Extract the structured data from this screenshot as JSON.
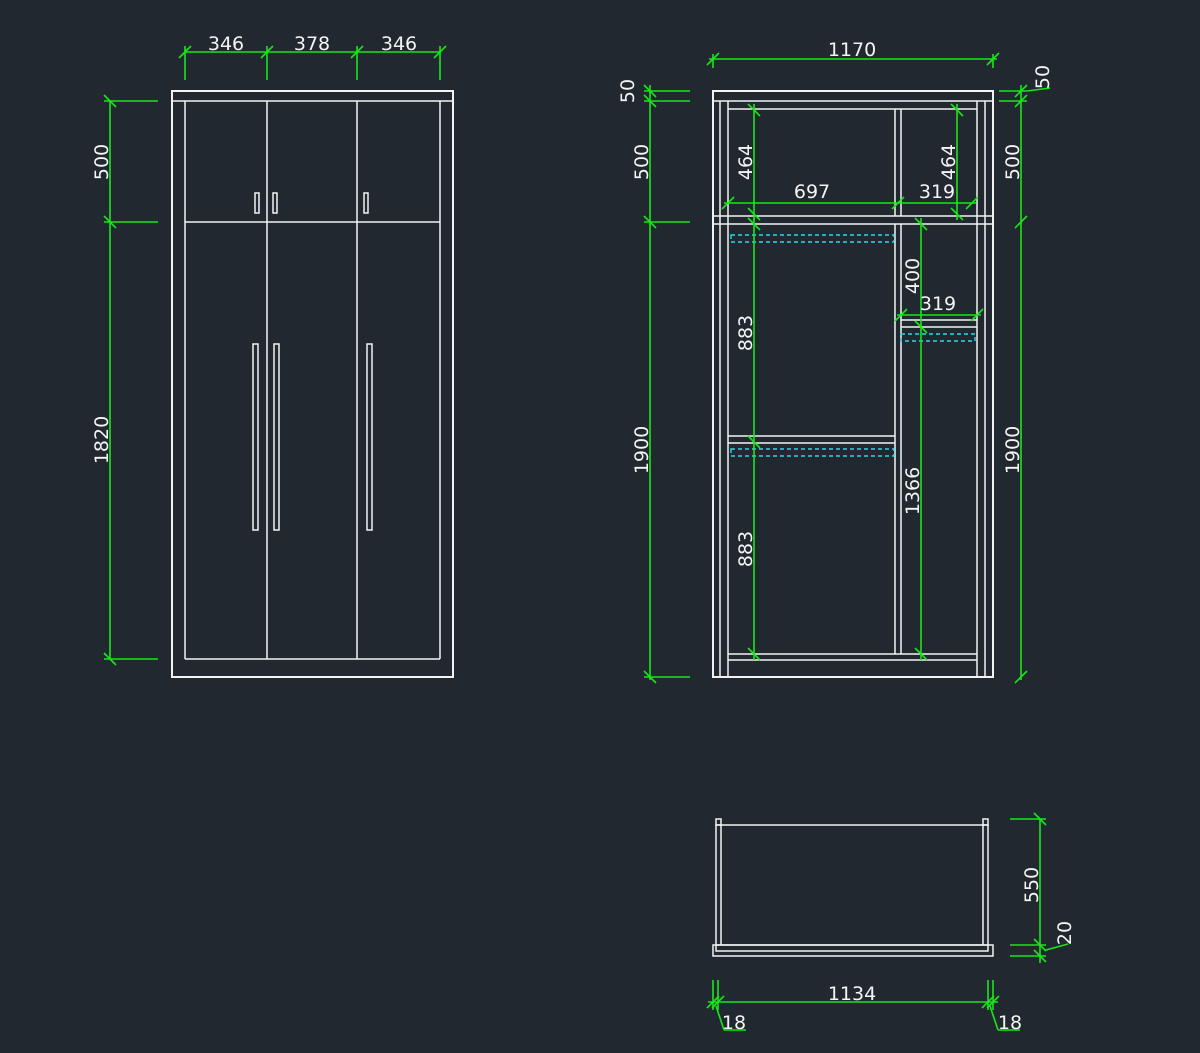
{
  "colors": {
    "background": "#212830",
    "linework": "#f2f2f2",
    "dimension_lines": "#19e619",
    "hidden_shelf_lines": "#28d8e8",
    "dimension_text": "#f4f4f4"
  },
  "front_view": {
    "door_widths": [
      "346",
      "378",
      "346"
    ],
    "upper_height": "500",
    "lower_height": "1820"
  },
  "interior_view": {
    "total_width": "1170",
    "top_thickness": "50",
    "top_thickness_right": "50",
    "upper_height_left": "500",
    "upper_height_right": "500",
    "total_height_left": "1900",
    "total_height_right": "1900",
    "upper_left_height": "464",
    "upper_right_height": "464",
    "upper_left_width": "697",
    "upper_right_width": "319",
    "lower_top_compartment": "883",
    "lower_bottom_compartment": "883",
    "right_top_gap": "400",
    "right_width": "319",
    "right_hanging_height": "1366"
  },
  "plan_view": {
    "inner_width": "1134",
    "depth": "550",
    "door_thickness": "20",
    "side_left": "18",
    "side_right": "18"
  }
}
